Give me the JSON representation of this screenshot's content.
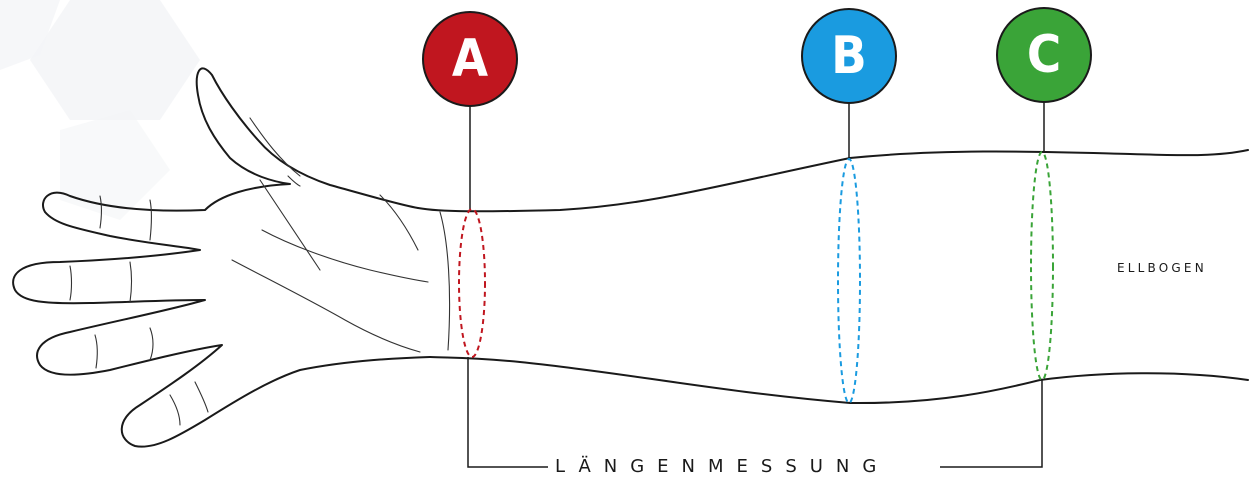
{
  "markers": [
    {
      "letter": "A",
      "color": "#c0161f"
    },
    {
      "letter": "B",
      "color": "#1a9be0"
    },
    {
      "letter": "C",
      "color": "#3aa438"
    }
  ],
  "labels": {
    "elbow": "ELLBOGEN",
    "length": "LÄNGENMESSUNG"
  }
}
